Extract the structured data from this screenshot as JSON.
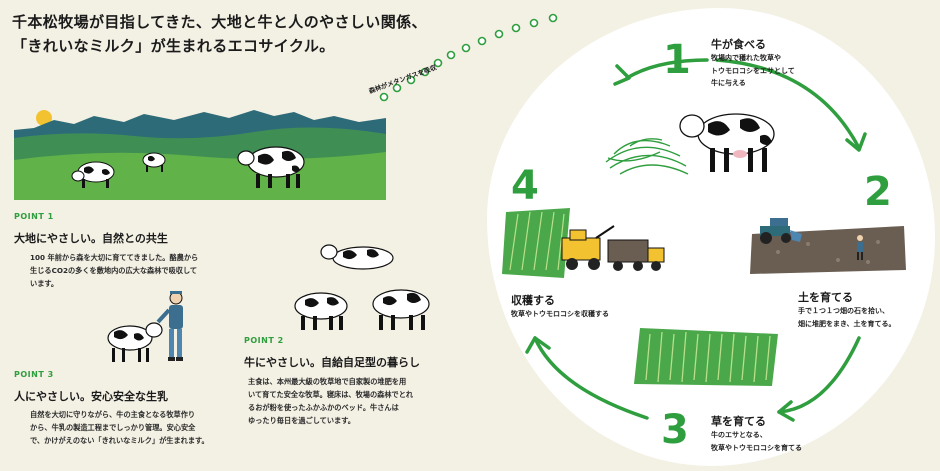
{
  "headline": {
    "line1": "千本松牧場が目指してきた、大地と牛と人のやさしい関係、",
    "line2": "「きれいなミルク」が生まれるエコサイクル。"
  },
  "forest_label": "森林がメタンガスを吸収",
  "points": [
    {
      "tag": "POINT 1",
      "title": "大地にやさしい。自然との共生",
      "lines": [
        "100 年前から森を大切に育ててきました。酪農から",
        "生じるCO2の多くを敷地内の広大な森林で吸収して",
        "います。"
      ]
    },
    {
      "tag": "POINT 2",
      "title": "牛にやさしい。自給自足型の暮らし",
      "lines": [
        "主食は、本州最大級の牧草地で自家製の堆肥を用",
        "いて育てた安全な牧草。寝床は、牧場の森林でとれ",
        "るおが粉を使ったふかふかのベッド。牛さんは",
        "ゆったり毎日を過ごしています。"
      ]
    },
    {
      "tag": "POINT 3",
      "title": "人にやさしい。安心安全な生乳",
      "lines": [
        "自然を大切に守りながら、牛の主食となる牧草作り",
        "から、牛乳の製造工程までしっかり管理。安心安全",
        "で、かけがえのない「きれいなミルク」が生まれます。"
      ]
    }
  ],
  "cycle": [
    {
      "number": "1",
      "title": "牛が食べる",
      "lines": [
        "牧場内で穫れた牧草や",
        "トウモロコシをエサとして",
        "牛に与える"
      ]
    },
    {
      "number": "2",
      "title": "土を育てる",
      "lines": [
        "手で１つ１つ畑の石を拾い、",
        "畑に堆肥をまき、土を育てる。"
      ]
    },
    {
      "number": "3",
      "title": "草を育てる",
      "lines": [
        "牛のエサとなる、",
        "牧草やトウモロコシを育てる"
      ]
    },
    {
      "number": "4",
      "title": "収穫する",
      "lines": [
        "牧草やトウモロコシを収穫する"
      ]
    }
  ],
  "colors": {
    "background": "#f3f0e4",
    "accent_green": "#2f9e3e",
    "grass": "#62b24a",
    "mountain": "#2e6b78",
    "sun": "#f2c230",
    "soil": "#6a5d52"
  }
}
